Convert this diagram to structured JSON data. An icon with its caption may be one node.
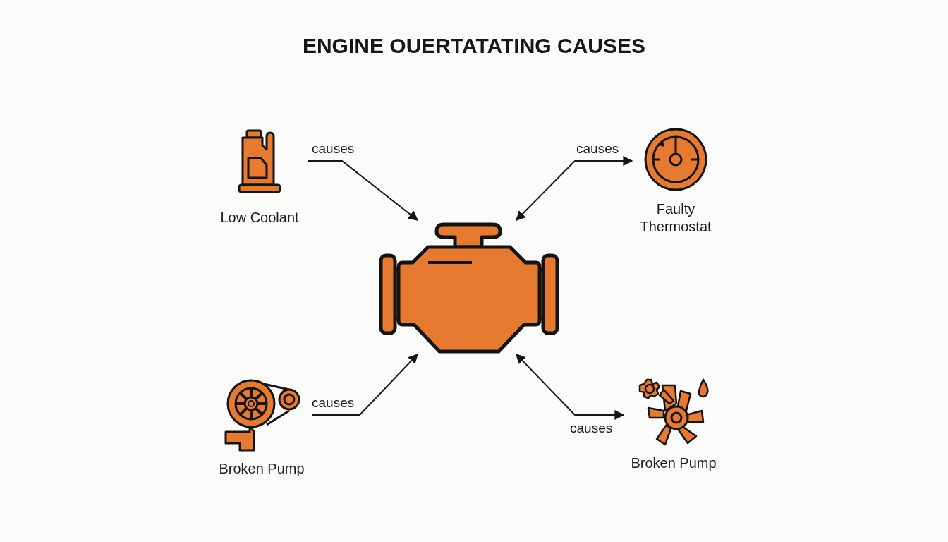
{
  "diagram": {
    "title": "ENGINE OUERTATATING CAUSES",
    "nodes": [
      {
        "text": [
          "Low Coolant"
        ]
      },
      {
        "text": [
          "Faulty Thermostat"
        ]
      },
      {
        "text": [],
        "shape": "picture"
      },
      {
        "text": [
          "Broken Pump"
        ]
      },
      {
        "text": [
          "Broken Pump"
        ]
      }
    ],
    "edges": [
      {
        "from": 0,
        "to": 2,
        "arrow": "to",
        "label": "causes"
      },
      {
        "from": 2,
        "to": 1,
        "arrow": "both",
        "label": "causes"
      },
      {
        "from": 3,
        "to": 2,
        "arrow": "to",
        "label": "causes"
      },
      {
        "from": 2,
        "to": 4,
        "arrow": "both",
        "label": "causes"
      }
    ]
  }
}
